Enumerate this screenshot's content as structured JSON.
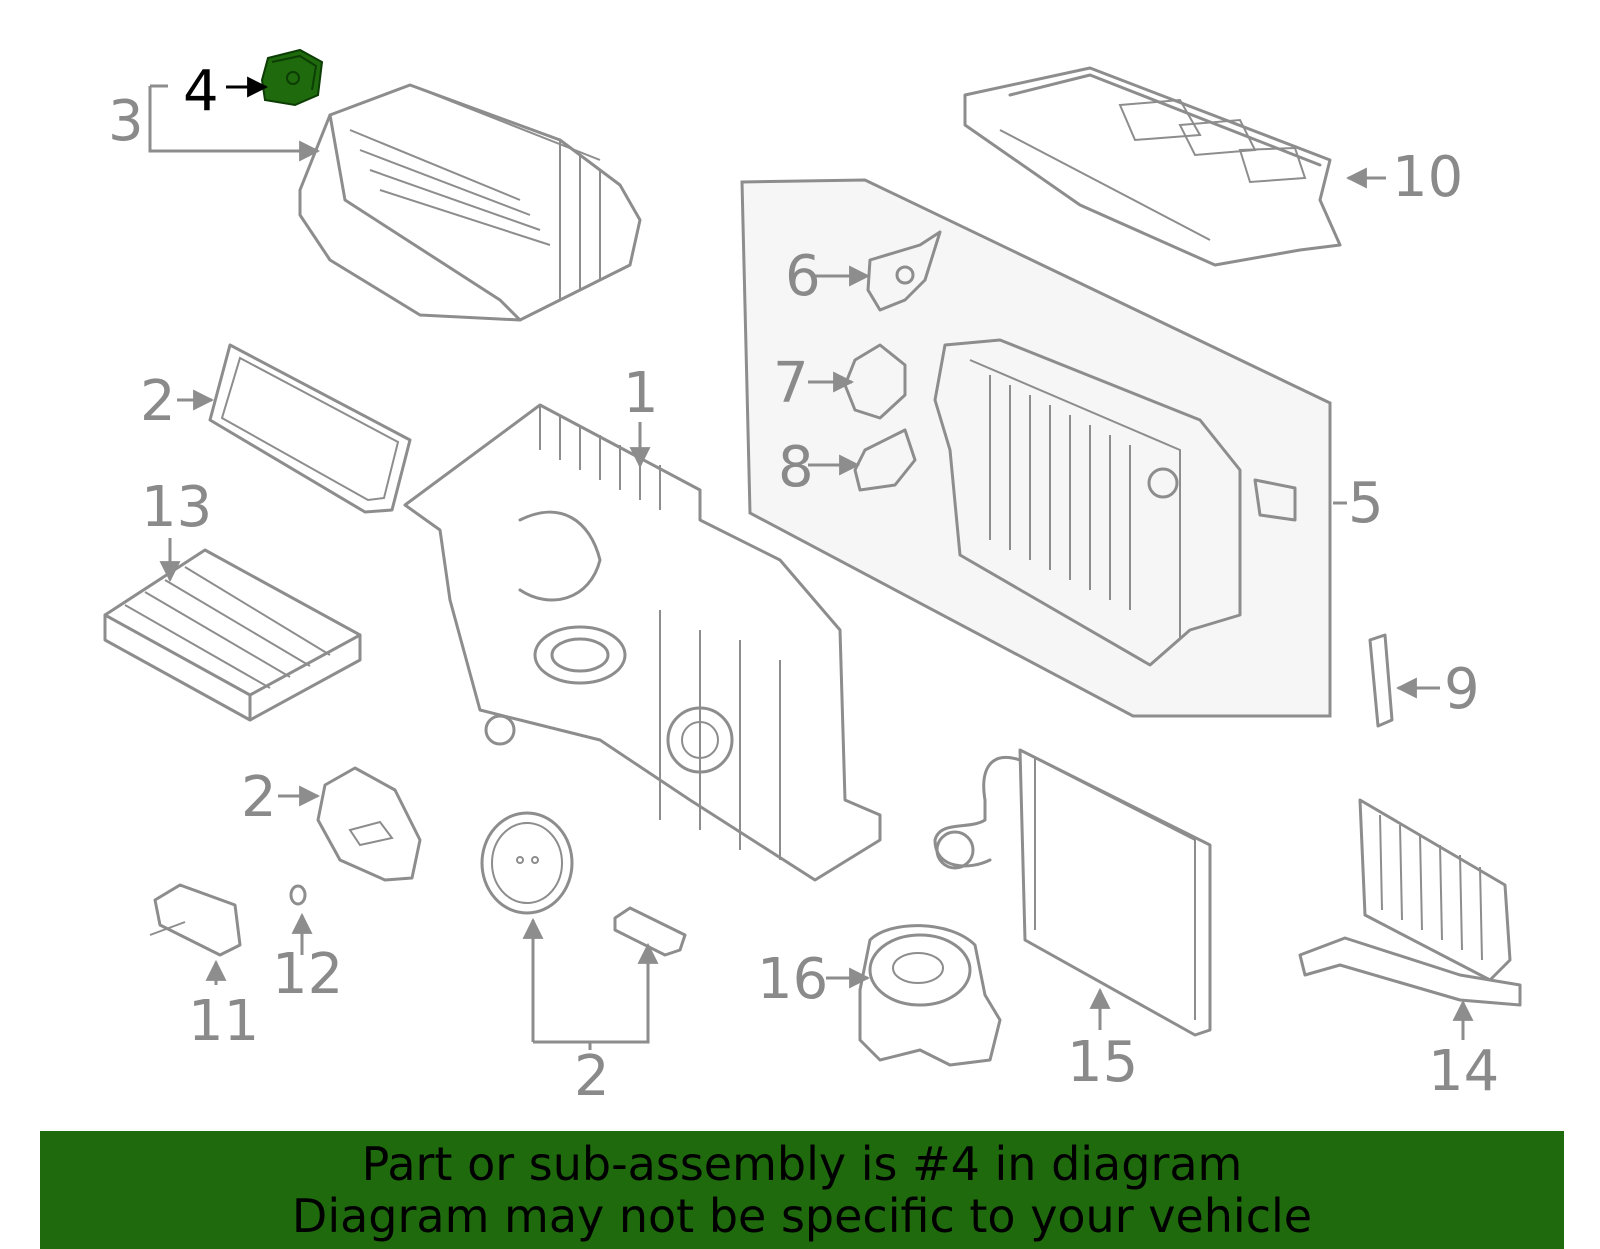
{
  "callouts": {
    "c1": "1",
    "c2a": "2",
    "c2b": "2",
    "c2c": "2",
    "c3": "3",
    "c4": "4",
    "c5": "5",
    "c6": "6",
    "c7": "7",
    "c8": "8",
    "c9": "9",
    "c10": "10",
    "c11": "11",
    "c12": "12",
    "c13": "13",
    "c14": "14",
    "c15": "15",
    "c16": "16"
  },
  "highlight": {
    "part": "4",
    "color": "#1f6a0d"
  },
  "banner": {
    "line1": "Part or sub-assembly is #4 in diagram",
    "line2": "Diagram may not be specific to your vehicle"
  }
}
